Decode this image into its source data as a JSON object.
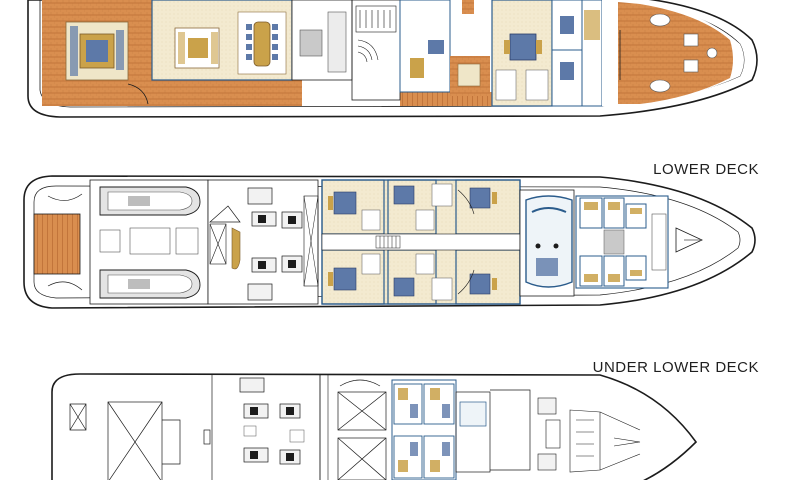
{
  "decks": [
    {
      "id": "main",
      "label": ""
    },
    {
      "id": "lower",
      "label": "LOWER DECK"
    },
    {
      "id": "under_lower",
      "label": "UNDER LOWER DECK"
    }
  ],
  "colors": {
    "hull_outline": "#1c1c1c",
    "wood_deck": "#d98e4f",
    "wood_dark": "#b86a32",
    "bulkhead_blue": "#2b5c8c",
    "carpet": "#efe6c8",
    "furniture_gold": "#caa24a",
    "furniture_blue": "#5d79a8",
    "floor_white": "#ffffff",
    "fixture_gray": "#c9c9c9"
  }
}
